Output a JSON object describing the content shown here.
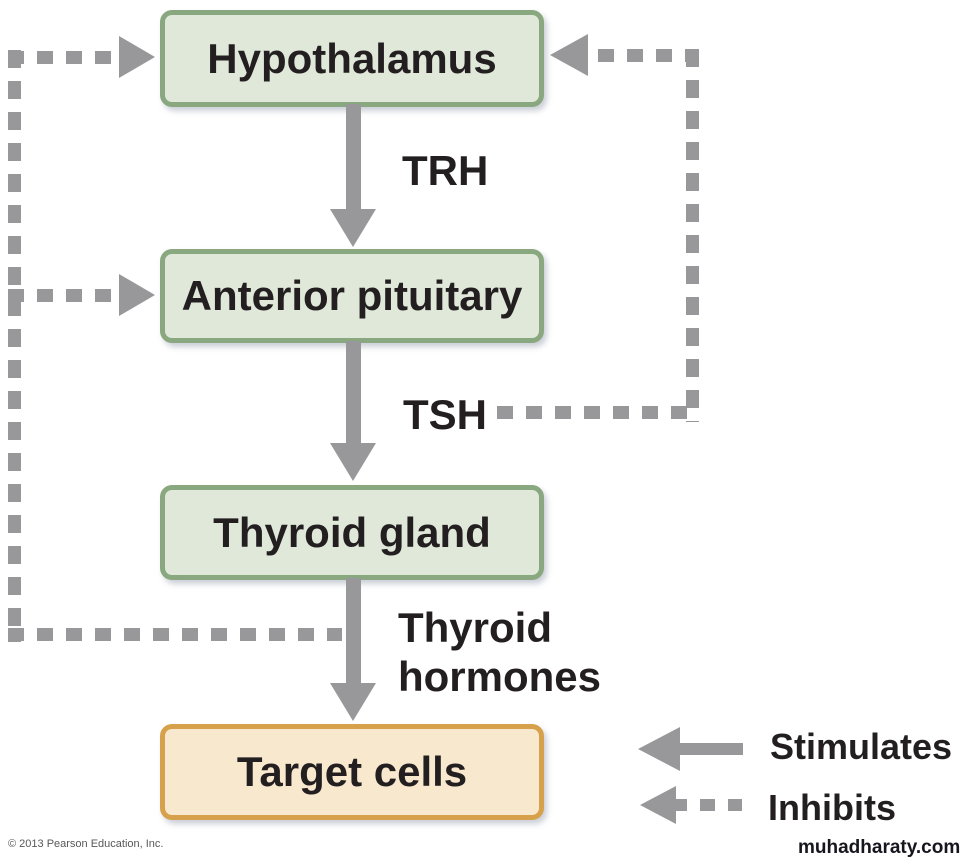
{
  "boxes": [
    {
      "id": "hypothalamus",
      "label": "Hypothalamus"
    },
    {
      "id": "anterior-pituitary",
      "label": "Anterior pituitary"
    },
    {
      "id": "thyroid-gland",
      "label": "Thyroid gland"
    },
    {
      "id": "target-cells",
      "label": "Target cells"
    }
  ],
  "hormones": {
    "trh": "TRH",
    "tsh": "TSH",
    "thyroid_line1": "Thyroid",
    "thyroid_line2": "hormones"
  },
  "links": [
    {
      "from": "Hypothalamus",
      "to": "Anterior pituitary",
      "via": "TRH",
      "type": "stimulates"
    },
    {
      "from": "Anterior pituitary",
      "to": "Thyroid gland",
      "via": "TSH",
      "type": "stimulates"
    },
    {
      "from": "Thyroid gland",
      "to": "Target cells",
      "via": "Thyroid hormones",
      "type": "stimulates"
    },
    {
      "from": "TSH",
      "to": "Hypothalamus",
      "type": "inhibits"
    },
    {
      "from": "Thyroid hormones",
      "to": "Hypothalamus",
      "type": "inhibits"
    },
    {
      "from": "Thyroid hormones",
      "to": "Anterior pituitary",
      "type": "inhibits"
    }
  ],
  "legend": {
    "stimulates": "Stimulates",
    "inhibits": "Inhibits"
  },
  "footer": {
    "copyright": "© 2013 Pearson Education, Inc.",
    "watermark": "muhadharaty.com"
  },
  "colors": {
    "arrow_gray": "#98989b",
    "text": "#231f20",
    "green_fill": "#e0e8da",
    "green_border": "#8aa87f",
    "orange_fill": "#f8e8cd",
    "orange_border": "#d7a14c",
    "copyright_gray": "#58585a",
    "watermark_color": "#16161e",
    "background": "#ffffff"
  }
}
